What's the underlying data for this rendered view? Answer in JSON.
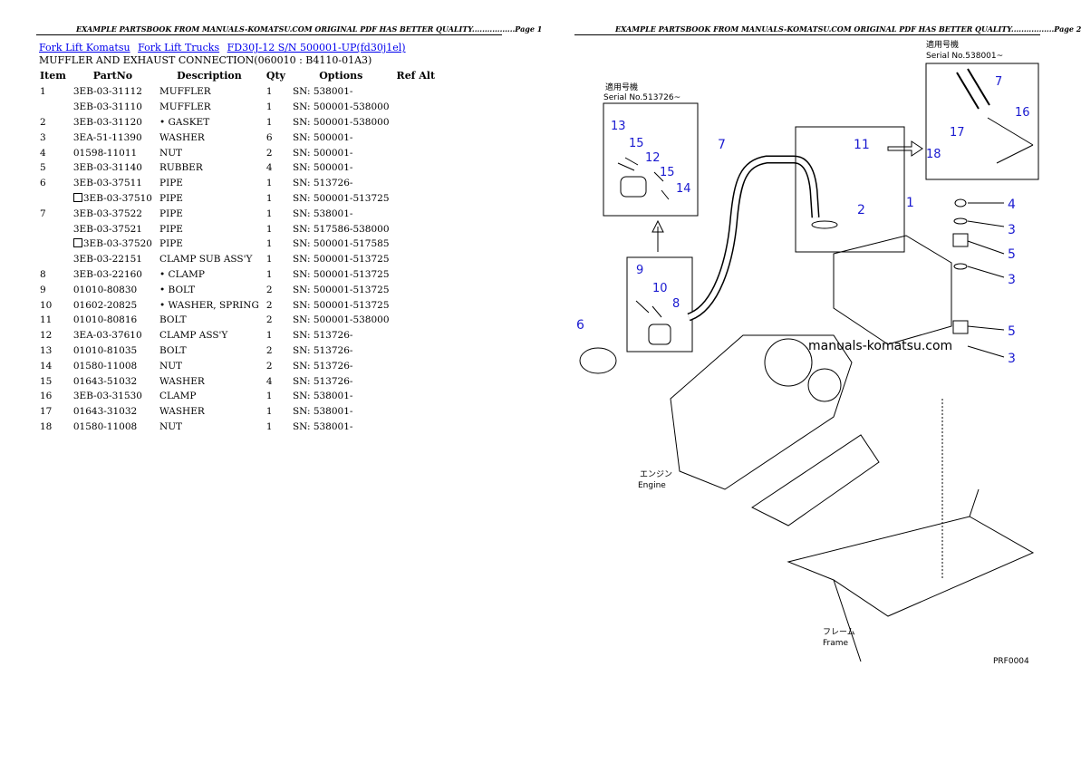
{
  "header": {
    "left": "EXAMPLE PARTSBOOK FROM MANUALS-KOMATSU.COM ORIGINAL PDF HAS BETTER QUALITY.................Page 1",
    "right": "EXAMPLE PARTSBOOK FROM MANUALS-KOMATSU.COM ORIGINAL PDF HAS BETTER QUALITY.................Page 2"
  },
  "breadcrumbs": [
    "Fork Lift Komatsu",
    "Fork Lift Trucks",
    "FD30J-12 S/N 500001-UP(fd30j1el)"
  ],
  "section_title": "MUFFLER AND EXHAUST CONNECTION(060010 : B4110-01A3)",
  "table": {
    "headers": [
      "Item",
      "PartNo",
      "Description",
      "Qty",
      "Options",
      "Ref Alt"
    ],
    "rows": [
      {
        "item": "1",
        "part": "3EB-03-31112",
        "box": false,
        "desc": "MUFFLER",
        "qty": "1",
        "opt": "SN: 538001-"
      },
      {
        "item": "",
        "part": "3EB-03-31110",
        "box": false,
        "desc": "MUFFLER",
        "qty": "1",
        "opt": "SN: 500001-538000"
      },
      {
        "item": "2",
        "part": "3EB-03-31120",
        "box": false,
        "desc": "• GASKET",
        "qty": "1",
        "opt": "SN: 500001-538000"
      },
      {
        "item": "3",
        "part": "3EA-51-11390",
        "box": false,
        "desc": "WASHER",
        "qty": "6",
        "opt": "SN: 500001-"
      },
      {
        "item": "4",
        "part": "01598-11011",
        "box": false,
        "desc": "NUT",
        "qty": "2",
        "opt": "SN: 500001-"
      },
      {
        "item": "5",
        "part": "3EB-03-31140",
        "box": false,
        "desc": "RUBBER",
        "qty": "4",
        "opt": "SN: 500001-"
      },
      {
        "item": "6",
        "part": "3EB-03-37511",
        "box": false,
        "desc": "PIPE",
        "qty": "1",
        "opt": "SN: 513726-"
      },
      {
        "item": "",
        "part": "3EB-03-37510",
        "box": true,
        "desc": "PIPE",
        "qty": "1",
        "opt": "SN: 500001-513725"
      },
      {
        "item": "7",
        "part": "3EB-03-37522",
        "box": false,
        "desc": "PIPE",
        "qty": "1",
        "opt": "SN: 538001-"
      },
      {
        "item": "",
        "part": "3EB-03-37521",
        "box": false,
        "desc": "PIPE",
        "qty": "1",
        "opt": "SN: 517586-538000"
      },
      {
        "item": "",
        "part": "3EB-03-37520",
        "box": true,
        "desc": "PIPE",
        "qty": "1",
        "opt": "SN: 500001-517585"
      },
      {
        "item": "",
        "part": "3EB-03-22151",
        "box": false,
        "desc": "CLAMP SUB ASS'Y",
        "qty": "1",
        "opt": "SN: 500001-513725"
      },
      {
        "item": "8",
        "part": "3EB-03-22160",
        "box": false,
        "desc": "• CLAMP",
        "qty": "1",
        "opt": "SN: 500001-513725"
      },
      {
        "item": "9",
        "part": "01010-80830",
        "box": false,
        "desc": "• BOLT",
        "qty": "2",
        "opt": "SN: 500001-513725"
      },
      {
        "item": "10",
        "part": "01602-20825",
        "box": false,
        "desc": "• WASHER, SPRING",
        "qty": "2",
        "opt": "SN: 500001-513725"
      },
      {
        "item": "11",
        "part": "01010-80816",
        "box": false,
        "desc": "BOLT",
        "qty": "2",
        "opt": "SN: 500001-538000"
      },
      {
        "item": "12",
        "part": "3EA-03-37610",
        "box": false,
        "desc": "CLAMP ASS'Y",
        "qty": "1",
        "opt": "SN: 513726-"
      },
      {
        "item": "13",
        "part": "01010-81035",
        "box": false,
        "desc": "BOLT",
        "qty": "2",
        "opt": "SN: 513726-"
      },
      {
        "item": "14",
        "part": "01580-11008",
        "box": false,
        "desc": "NUT",
        "qty": "2",
        "opt": "SN: 513726-"
      },
      {
        "item": "15",
        "part": "01643-51032",
        "box": false,
        "desc": "WASHER",
        "qty": "4",
        "opt": "SN: 513726-"
      },
      {
        "item": "16",
        "part": "3EB-03-31530",
        "box": false,
        "desc": "CLAMP",
        "qty": "1",
        "opt": "SN: 538001-"
      },
      {
        "item": "17",
        "part": "01643-31032",
        "box": false,
        "desc": "WASHER",
        "qty": "1",
        "opt": "SN: 538001-"
      },
      {
        "item": "18",
        "part": "01580-11008",
        "box": false,
        "desc": "NUT",
        "qty": "1",
        "opt": "SN: 538001-"
      }
    ]
  },
  "diagram": {
    "serial_label_1_jp": "適用号機",
    "serial_label_1": "Serial No.513726~",
    "serial_label_2_jp": "適用号機",
    "serial_label_2": "Serial No.538001~",
    "engine_jp": "エンジン",
    "engine": "Engine",
    "frame_jp": "フレーム",
    "frame": "Frame",
    "watermark": "manuals-komatsu.com",
    "figure_id": "PRF0004",
    "callouts": [
      "1",
      "2",
      "3",
      "3",
      "3",
      "4",
      "5",
      "5",
      "6",
      "7",
      "7",
      "8",
      "9",
      "10",
      "11",
      "12",
      "13",
      "14",
      "15",
      "15",
      "16",
      "17",
      "18"
    ]
  }
}
